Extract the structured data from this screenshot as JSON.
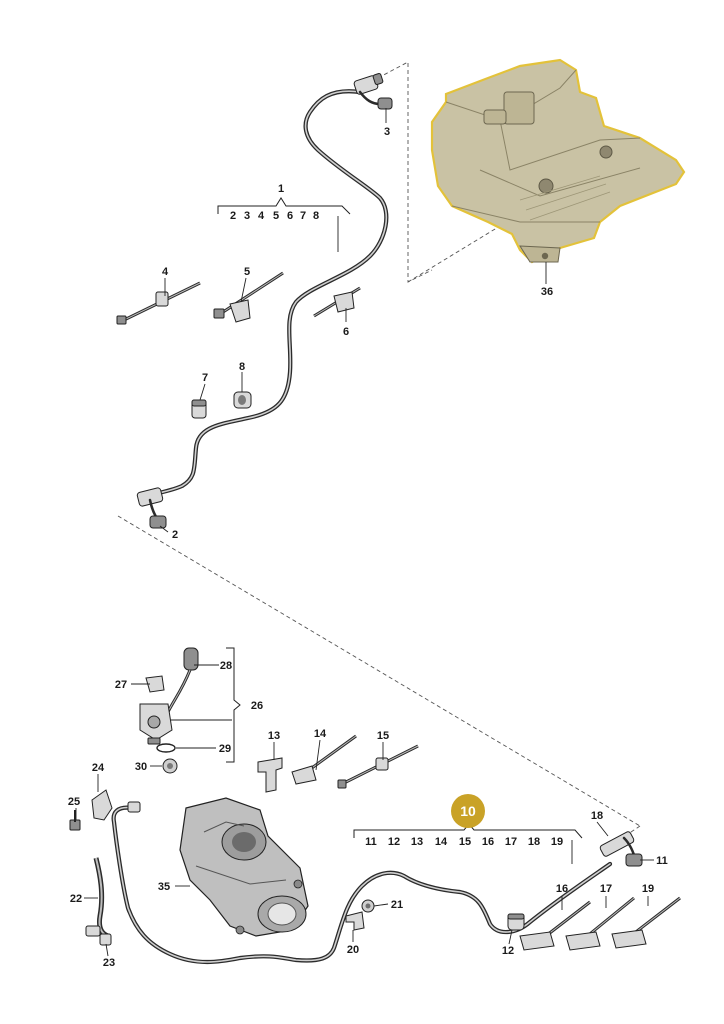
{
  "callouts": {
    "c1": "1",
    "c2": "2",
    "c3": "3",
    "c4": "4",
    "c5": "5",
    "c6": "6",
    "c7": "7",
    "c8": "8",
    "c10": "10",
    "c11": "11",
    "c12": "12",
    "c13": "13",
    "c14": "14",
    "c15": "15",
    "c16": "16",
    "c17": "17",
    "c18": "18",
    "c19": "19",
    "c20": "20",
    "c21": "21",
    "c22": "22",
    "c23": "23",
    "c24": "24",
    "c25": "25",
    "c26": "26",
    "c27": "27",
    "c28": "28",
    "c29": "29",
    "c30": "30",
    "c35": "35",
    "c36": "36"
  },
  "group1_list": [
    "2",
    "3",
    "4",
    "5",
    "6",
    "7",
    "8"
  ],
  "group10_list": [
    "11",
    "12",
    "13",
    "14",
    "15",
    "16",
    "17",
    "18",
    "19"
  ],
  "colors": {
    "highlight_badge": "#c9a227",
    "tank_fill": "#c9c2a4",
    "tank_outline": "#e3c23a",
    "pipe": "#2b2b2b"
  }
}
